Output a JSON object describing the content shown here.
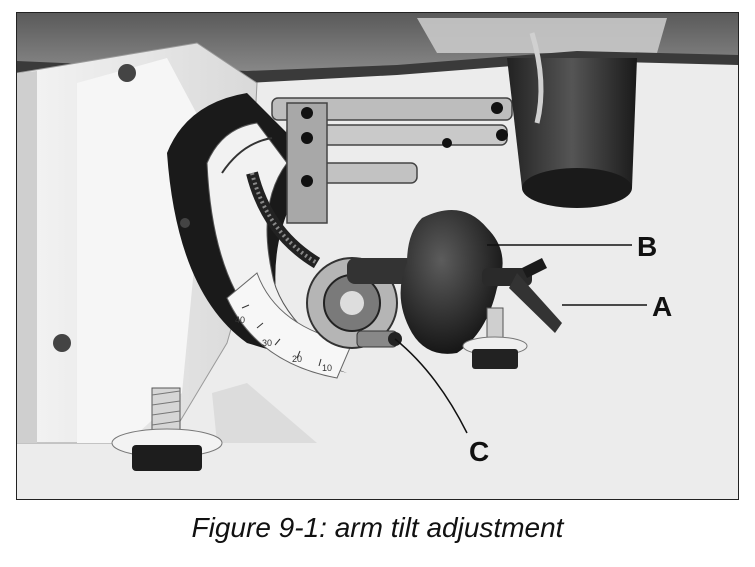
{
  "figure": {
    "caption": "Figure 9-1:  arm tilt adjustment",
    "callouts": [
      {
        "id": "A",
        "label": "A"
      },
      {
        "id": "B",
        "label": "B"
      },
      {
        "id": "C",
        "label": "C"
      }
    ],
    "scale_ticks": [
      "40",
      "30",
      "20",
      "10"
    ]
  }
}
